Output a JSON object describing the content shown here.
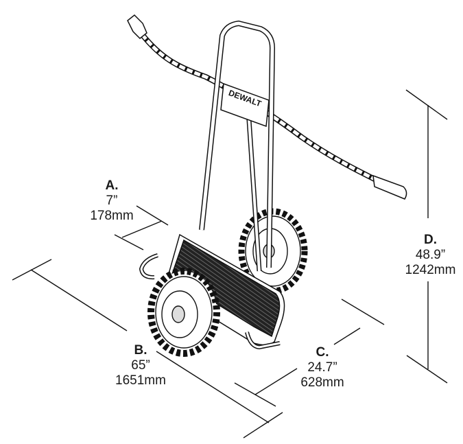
{
  "brand": "DEWALT",
  "dimensions": [
    {
      "letter": "A.",
      "imperial": "7”",
      "metric": "178mm"
    },
    {
      "letter": "B.",
      "imperial": "65”",
      "metric": "1651mm"
    },
    {
      "letter": "C.",
      "imperial": "24.7”",
      "metric": "628mm"
    },
    {
      "letter": "D.",
      "imperial": "48.9”",
      "metric": "1242mm"
    }
  ]
}
